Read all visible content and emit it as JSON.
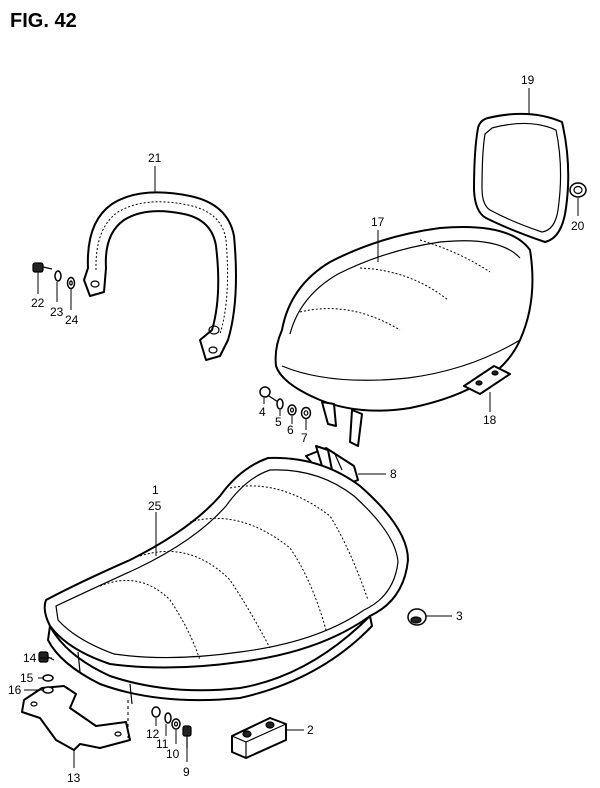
{
  "figure": {
    "title": "FIG. 42"
  },
  "callouts": [
    {
      "id": "c19",
      "label": "19"
    },
    {
      "id": "c20",
      "label": "20"
    },
    {
      "id": "c21",
      "label": "21"
    },
    {
      "id": "c17",
      "label": "17"
    },
    {
      "id": "c22",
      "label": "22"
    },
    {
      "id": "c23",
      "label": "23"
    },
    {
      "id": "c24",
      "label": "24"
    },
    {
      "id": "c4",
      "label": "4"
    },
    {
      "id": "c5",
      "label": "5"
    },
    {
      "id": "c6",
      "label": "6"
    },
    {
      "id": "c7",
      "label": "7"
    },
    {
      "id": "c18",
      "label": "18"
    },
    {
      "id": "c8",
      "label": "8"
    },
    {
      "id": "c1",
      "label": "1"
    },
    {
      "id": "c25",
      "label": "25"
    },
    {
      "id": "c3",
      "label": "3"
    },
    {
      "id": "c14",
      "label": "14"
    },
    {
      "id": "c15",
      "label": "15"
    },
    {
      "id": "c16",
      "label": "16"
    },
    {
      "id": "c2",
      "label": "2"
    },
    {
      "id": "c12",
      "label": "12"
    },
    {
      "id": "c11",
      "label": "11"
    },
    {
      "id": "c10",
      "label": "10"
    },
    {
      "id": "c9",
      "label": "9"
    },
    {
      "id": "c13",
      "label": "13"
    }
  ]
}
